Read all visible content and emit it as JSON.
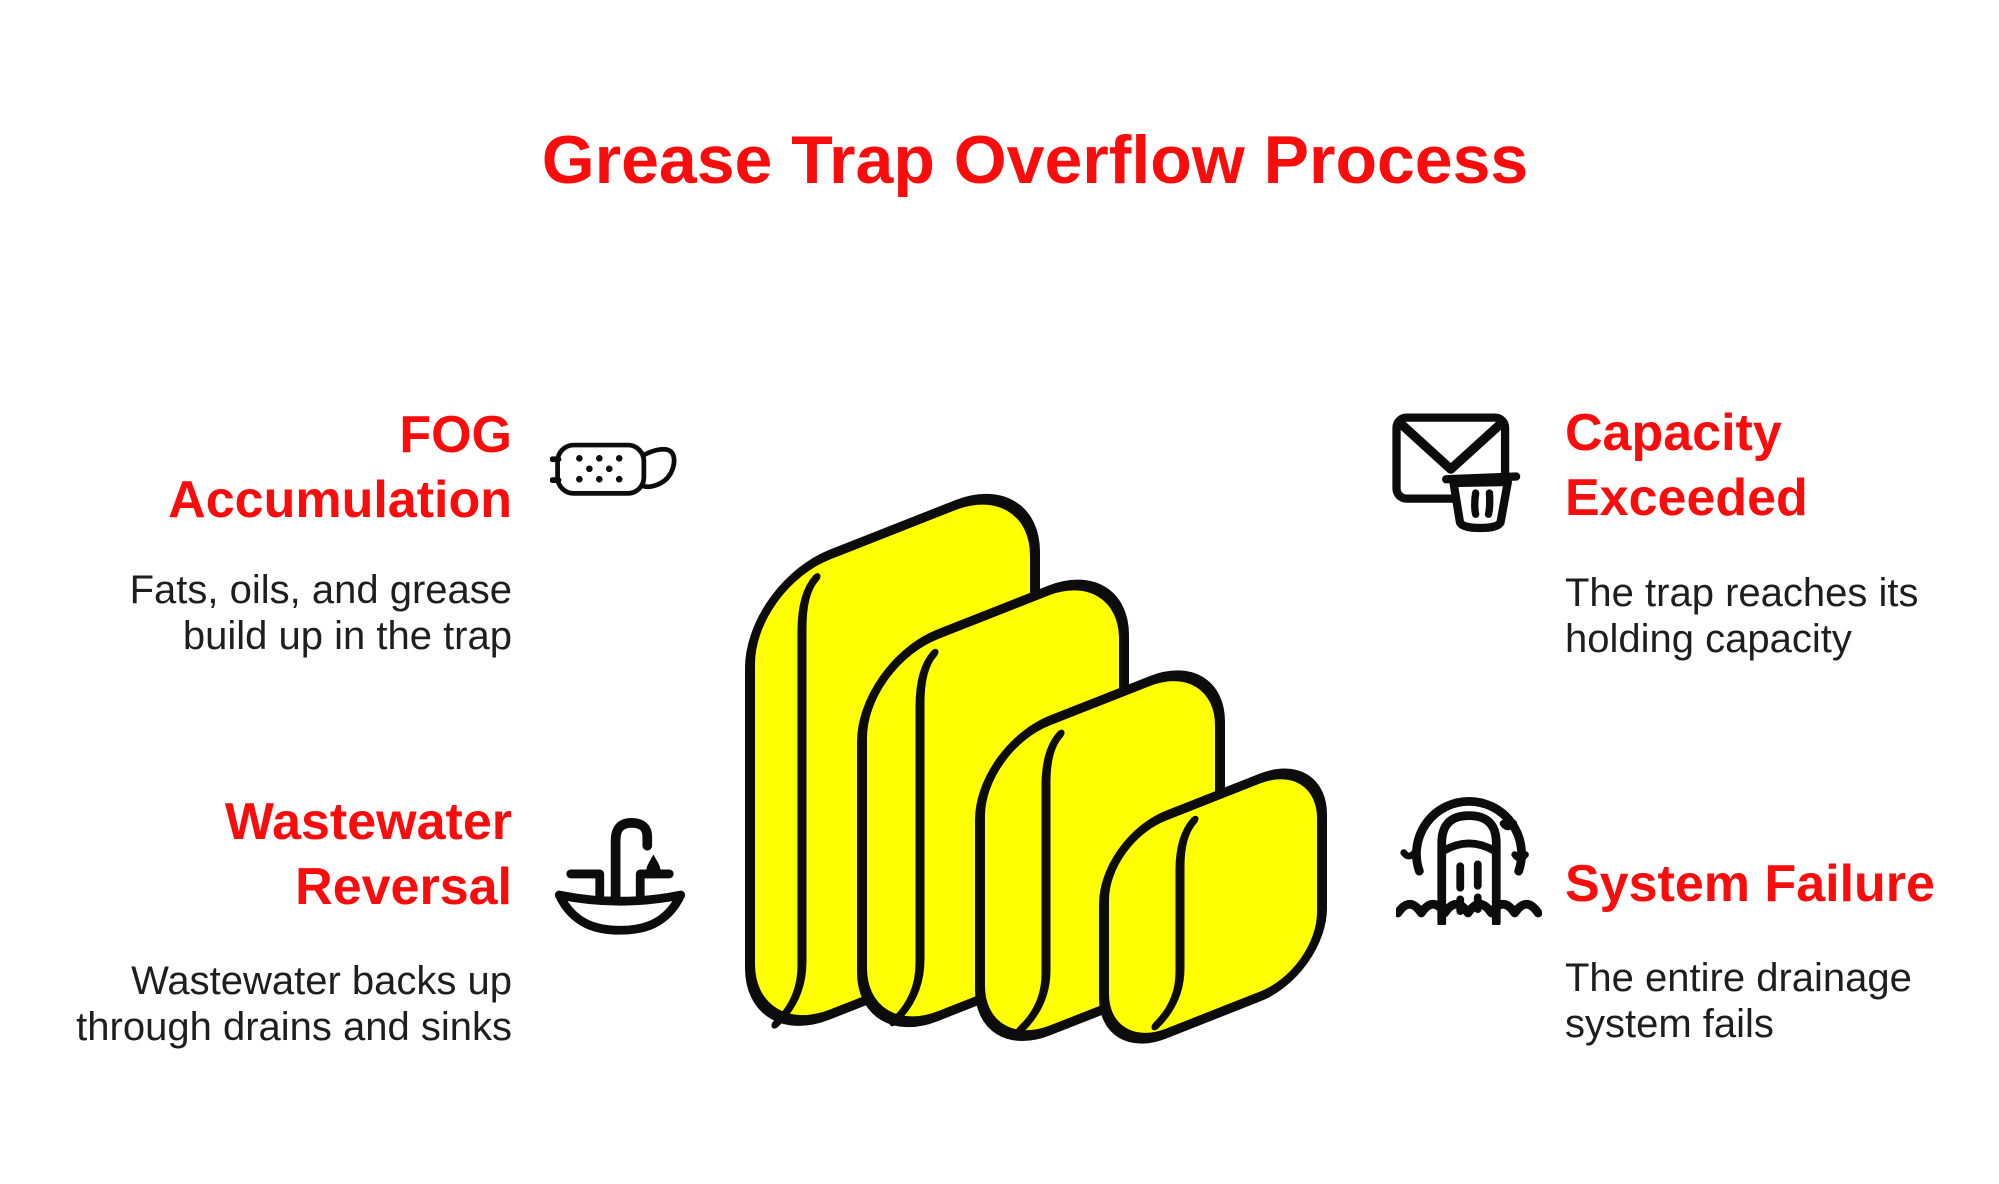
{
  "title": "Grease Trap Overflow Process",
  "colors": {
    "accent_red": "#f80c0c",
    "text_dark": "#1e1e1e",
    "grease_yellow": "#feff00",
    "line_black": "#0c0c0c",
    "background": "#ffffff"
  },
  "steps": [
    {
      "name": "fog-accumulation",
      "icon": "strainer-icon",
      "title_lines": [
        "FOG",
        "Accumulation"
      ],
      "desc_lines": [
        "Fats, oils, and grease",
        "build up in the trap"
      ]
    },
    {
      "name": "capacity-exceeded",
      "icon": "envelope-trash-icon",
      "title_lines": [
        "Capacity",
        "Exceeded"
      ],
      "desc_lines": [
        "The trap reaches its",
        "holding capacity"
      ]
    },
    {
      "name": "wastewater-reversal",
      "icon": "sink-faucet-icon",
      "title_lines": [
        "Wastewater",
        "Reversal"
      ],
      "desc_lines": [
        "Wastewater backs up",
        "through drains and sinks"
      ]
    },
    {
      "name": "system-failure",
      "icon": "drain-overflow-icon",
      "title_lines": [
        "System Failure"
      ],
      "desc_lines": [
        "The entire drainage",
        "system fails"
      ]
    }
  ],
  "illustration": {
    "name": "grease-trap-stack",
    "layers": 4
  }
}
